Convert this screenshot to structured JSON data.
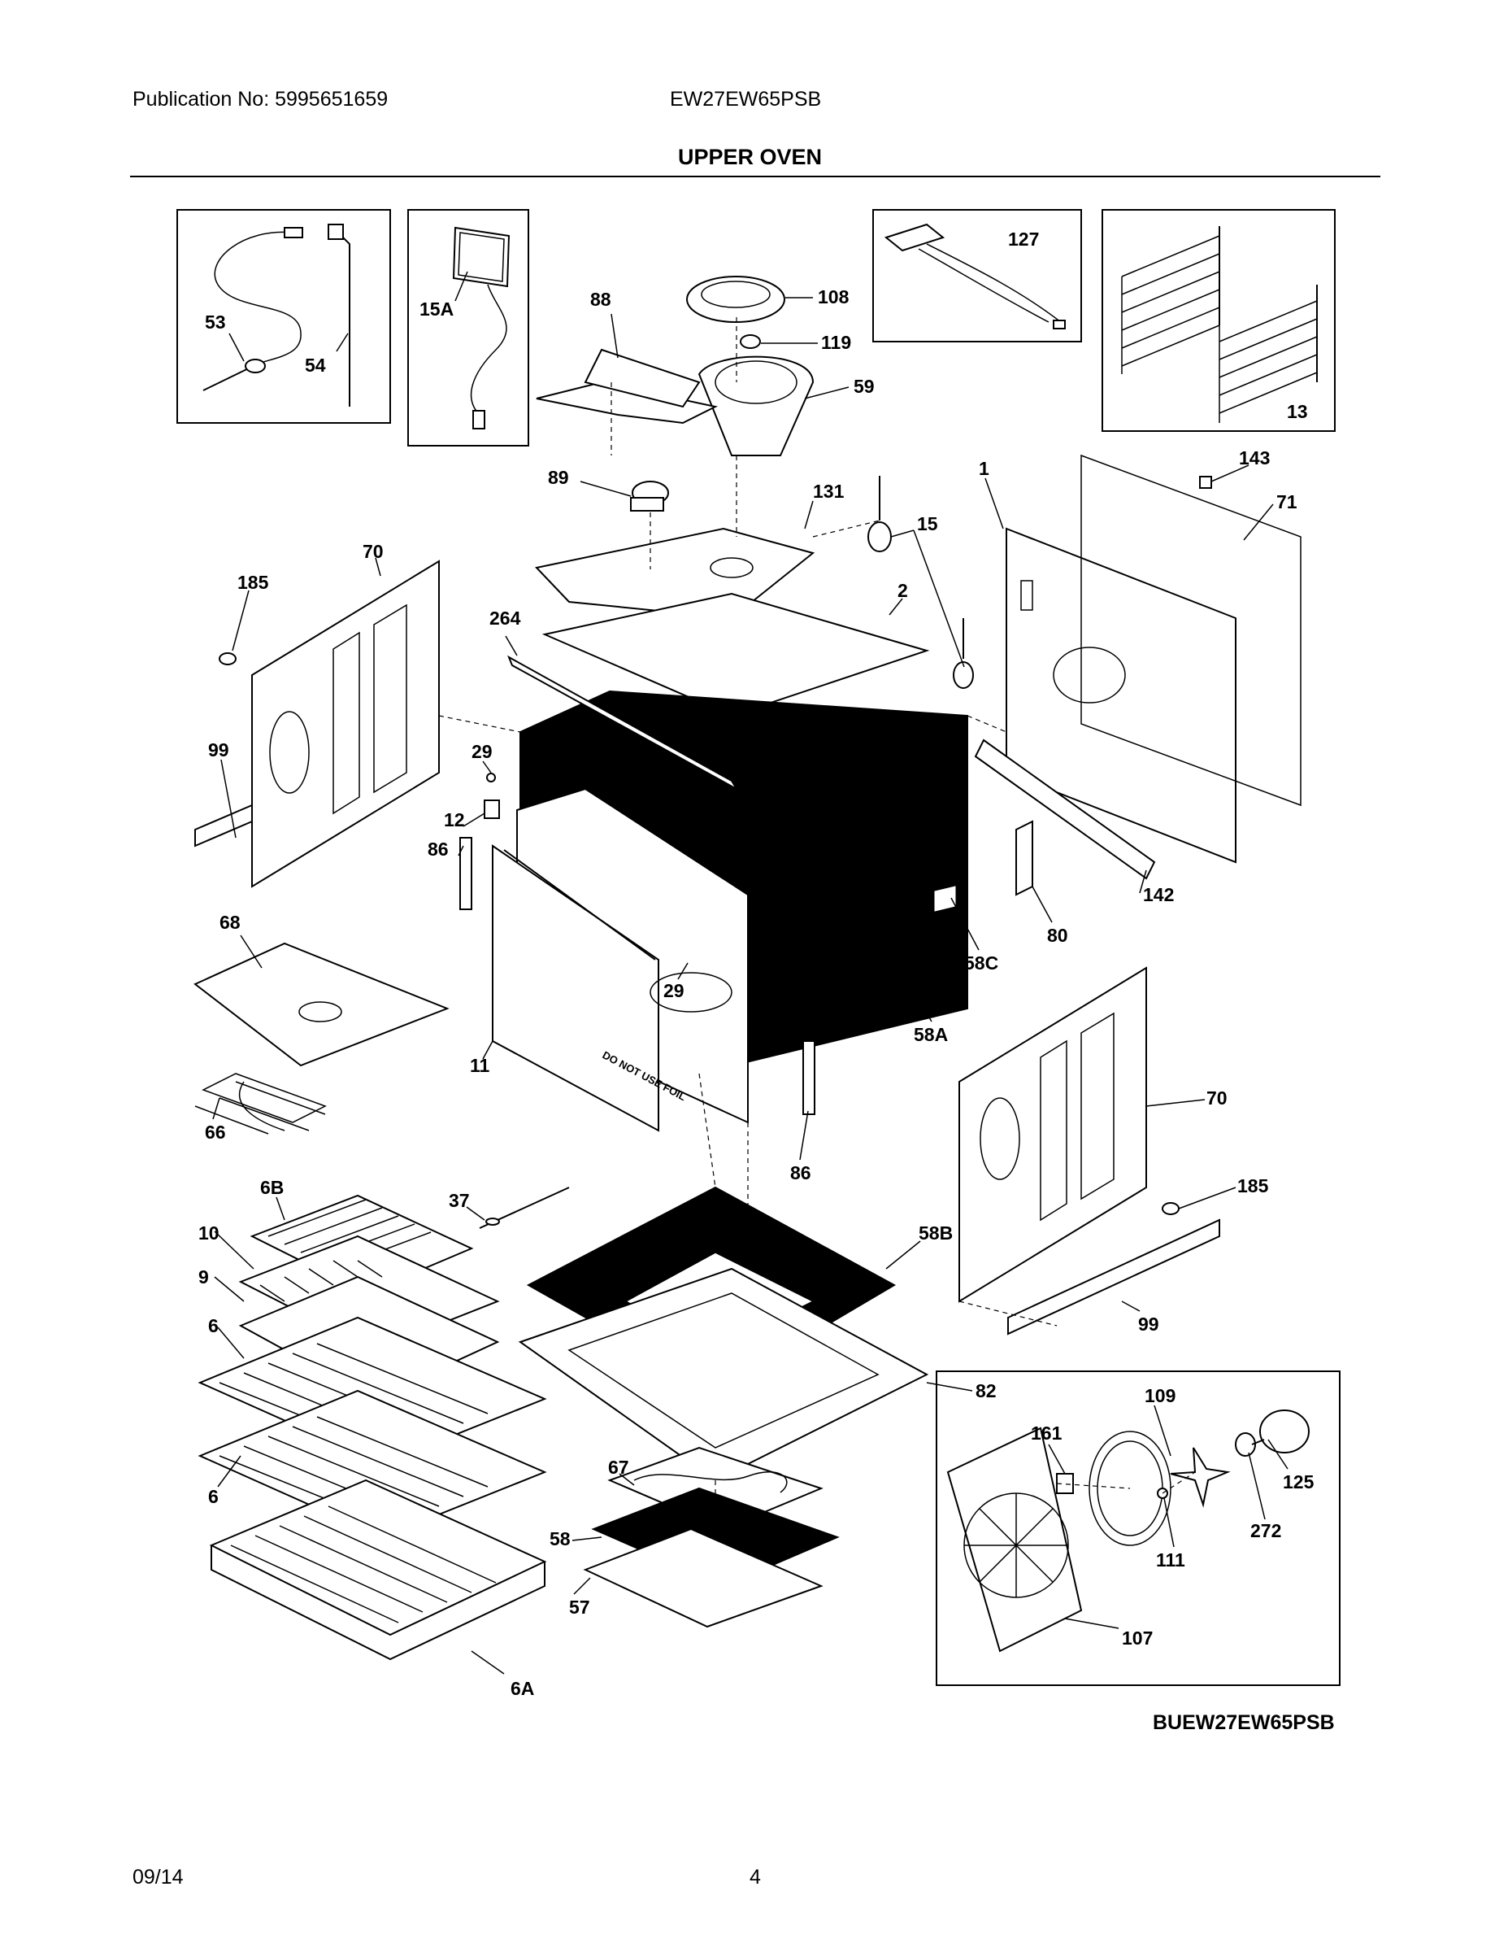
{
  "header": {
    "publication": "Publication No: 5995651659",
    "model": "EW27EW65PSB",
    "section_title": "UPPER OVEN"
  },
  "footer": {
    "date": "09/14",
    "page_number": "4",
    "diagram_code": "BUEW27EW65PSB"
  },
  "callouts": {
    "p53": "53",
    "p54": "54",
    "p15A": "15A",
    "p88": "88",
    "p108": "108",
    "p119": "119",
    "p59": "59",
    "p127": "127",
    "p13": "13",
    "p89": "89",
    "p131": "131",
    "p1": "1",
    "p143": "143",
    "p71": "71",
    "p15": "15",
    "p70a": "70",
    "p185a": "185",
    "p264": "264",
    "p2": "2",
    "p99a": "99",
    "p29a": "29",
    "p12": "12",
    "p86a": "86",
    "p68": "68",
    "p142": "142",
    "p80": "80",
    "p58C": "58C",
    "p29b": "29",
    "p58A": "58A",
    "p11": "11",
    "p66": "66",
    "p70b": "70",
    "p86b": "86",
    "p185b": "185",
    "p6B": "6B",
    "p37": "37",
    "p58B": "58B",
    "p10": "10",
    "p9": "9",
    "p6a": "6",
    "p99b": "99",
    "p82": "82",
    "p109": "109",
    "p161": "161",
    "p125": "125",
    "p67": "67",
    "p6b": "6",
    "p58": "58",
    "p272": "272",
    "p111": "111",
    "p57": "57",
    "p107": "107",
    "p6A": "6A"
  },
  "stamp": {
    "text": "DO NOT USE FOIL"
  }
}
